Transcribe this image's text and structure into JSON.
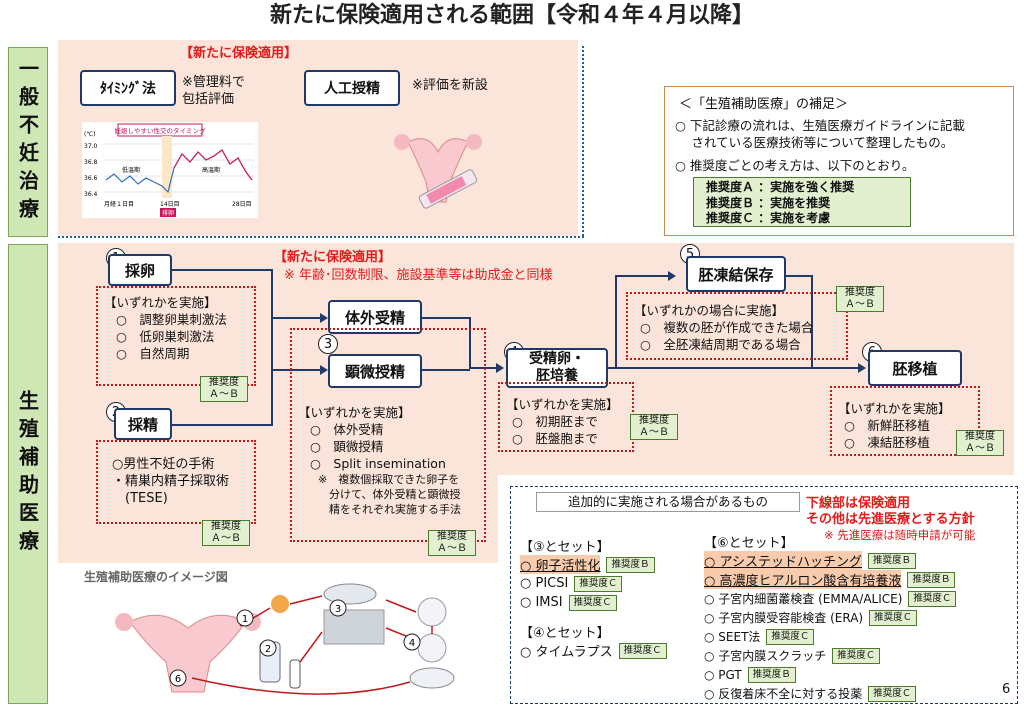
{
  "title": "新たに保険適用される範囲【令和４年４月以降】",
  "sidebar": {
    "general": "一般不妊治療",
    "art": "生殖補助医療"
  },
  "general": {
    "header": "【新たに保険適用】",
    "timing_label": "ﾀｲﾐﾝｸﾞ法",
    "timing_note": "※管理料で\n包括評価",
    "ai_label": "人工授精",
    "ai_note": "※評価を新設",
    "chart_banner": "妊娠しやすい性交のタイミング",
    "chart_unit": "(℃)",
    "chart_y": [
      "37.0",
      "36.8",
      "36.6",
      "36.4"
    ],
    "chart_low": "低温期",
    "chart_high": "高温期",
    "chart_x": [
      "月経１日目",
      "14日目",
      "28日目"
    ],
    "chart_ovulation": "排卵"
  },
  "supplement": {
    "title": "＜「生殖補助医療」の補足＞",
    "line1": "○ 下記診療の流れは、生殖医療ガイドラインに記載\n　 されている医療技術等について整理したもの。",
    "line2": "○ 推奨度ごとの考え方は、以下のとおり。",
    "grades": [
      "推奨度Ａ ：実施を強く推奨",
      "推奨度Ｂ ：実施を推奨",
      "推奨度Ｃ ：実施を考慮"
    ]
  },
  "art": {
    "header": "【新たに保険適用】",
    "note": "※ 年齢･回数制限、施設基準等は助成金と同様",
    "step1": {
      "num": "1",
      "label": "採卵",
      "intro": "【いずれかを実施】",
      "items": [
        "○　調整卵巣刺激法",
        "○　低卵巣刺激法",
        "○　自然周期"
      ],
      "grade1": "推奨度",
      "grade2": "Ａ～Ｂ"
    },
    "step2": {
      "num": "2",
      "label": "採精",
      "items": [
        "○男性不妊の手術",
        "・精巣内精子採取術",
        "　(TESE)"
      ],
      "grade1": "推奨度",
      "grade2": "Ａ～Ｂ"
    },
    "step3": {
      "num": "3",
      "label_a": "体外受精",
      "label_b": "顕微授精",
      "intro": "【いずれかを実施】",
      "items": [
        "○　体外受精",
        "○　顕微授精",
        "○　Split insemination"
      ],
      "note": "※　複数個採取できた卵子を\n　分けて、体外受精と顕微授\n　精をそれぞれ実施する手法",
      "grade1": "推奨度",
      "grade2": "Ａ～Ｂ"
    },
    "step4": {
      "num": "4",
      "label": "受精卵・\n胚培養",
      "intro": "【いずれかを実施】",
      "items": [
        "○　初期胚まで",
        "○　胚盤胞まで"
      ],
      "grade1": "推奨度",
      "grade2": "Ａ～Ｂ"
    },
    "step5": {
      "num": "5",
      "label": "胚凍結保存",
      "intro": "【いずれかの場合に実施】",
      "items": [
        "○　複数の胚が作成できた場合",
        "○　全胚凍結周期である場合"
      ],
      "grade1": "推奨度",
      "grade2": "Ａ～Ｂ"
    },
    "step6": {
      "num": "6",
      "label": "胚移植",
      "intro": "【いずれかを実施】",
      "items": [
        "○　新鮮胚移植",
        "○　凍結胚移植"
      ],
      "grade1": "推奨度",
      "grade2": "Ａ～Ｂ"
    }
  },
  "image_title": "生殖補助医療のイメージ図",
  "image_nums": [
    "1",
    "2",
    "3",
    "4",
    "6"
  ],
  "additional": {
    "title": "追加的に実施される場合があるもの",
    "note1": "下線部は保険適用",
    "note2": "その他は先進医療とする方針",
    "note3": "※ 先進医療は随時申請が可能",
    "set3": {
      "head": "【③とセット】",
      "items": [
        {
          "label": "○ 卵子活性化",
          "grade": "推奨度Ｂ",
          "insured": true
        },
        {
          "label": "○ PICSI",
          "grade": "推奨度Ｃ",
          "insured": false
        },
        {
          "label": "○ IMSI",
          "grade": "推奨度Ｃ",
          "insured": false
        }
      ]
    },
    "set4": {
      "head": "【④とセット】",
      "items": [
        {
          "label": "○ タイムラプス",
          "grade": "推奨度Ｃ",
          "insured": false
        }
      ]
    },
    "set6": {
      "head": "【⑥とセット】",
      "items": [
        {
          "label": "○ アシステッドハッチング",
          "grade": "推奨度Ｂ",
          "insured": true
        },
        {
          "label": "○ 高濃度ヒアルロン酸含有培養液",
          "grade": "推奨度Ｂ",
          "insured": true
        },
        {
          "label": "○ 子宮内細菌叢検査 (EMMA/ALICE)",
          "grade": "推奨度Ｃ",
          "insured": false
        },
        {
          "label": "○ 子宮内膜受容能検査 (ERA)",
          "grade": "推奨度Ｃ",
          "insured": false
        },
        {
          "label": "○ SEET法",
          "grade": "推奨度Ｃ",
          "insured": false
        },
        {
          "label": "○ 子宮内膜スクラッチ",
          "grade": "推奨度Ｃ",
          "insured": false
        },
        {
          "label": "○ PGT",
          "grade": "推奨度Ｂ",
          "insured": false
        },
        {
          "label": "○ 反復着床不全に対する投薬",
          "grade": "推奨度Ｃ",
          "insured": false
        }
      ]
    }
  },
  "page_number": "6",
  "colors": {
    "panel": "#fbe4d9",
    "sidebar": "#cfe6b5",
    "accent_red": "#e31b1b",
    "navy": "#1f3a68",
    "badge": "#e2f0cf"
  }
}
